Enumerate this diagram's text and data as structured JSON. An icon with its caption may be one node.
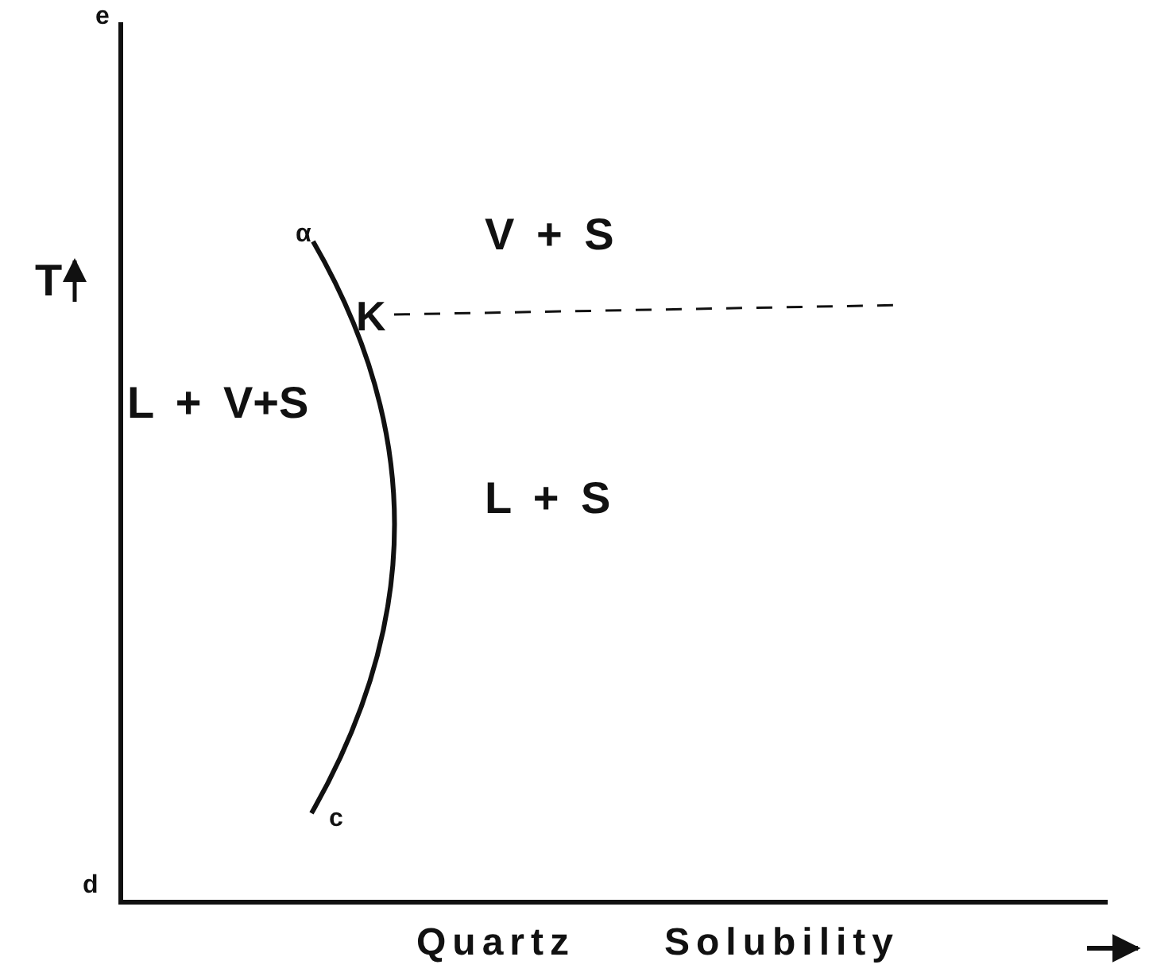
{
  "diagram": {
    "labels": [
      "e",
      "α",
      "V + S",
      "T",
      "K",
      "L + V+S",
      "L + S",
      "c",
      "d",
      "Quartz",
      "Solubility"
    ]
  }
}
